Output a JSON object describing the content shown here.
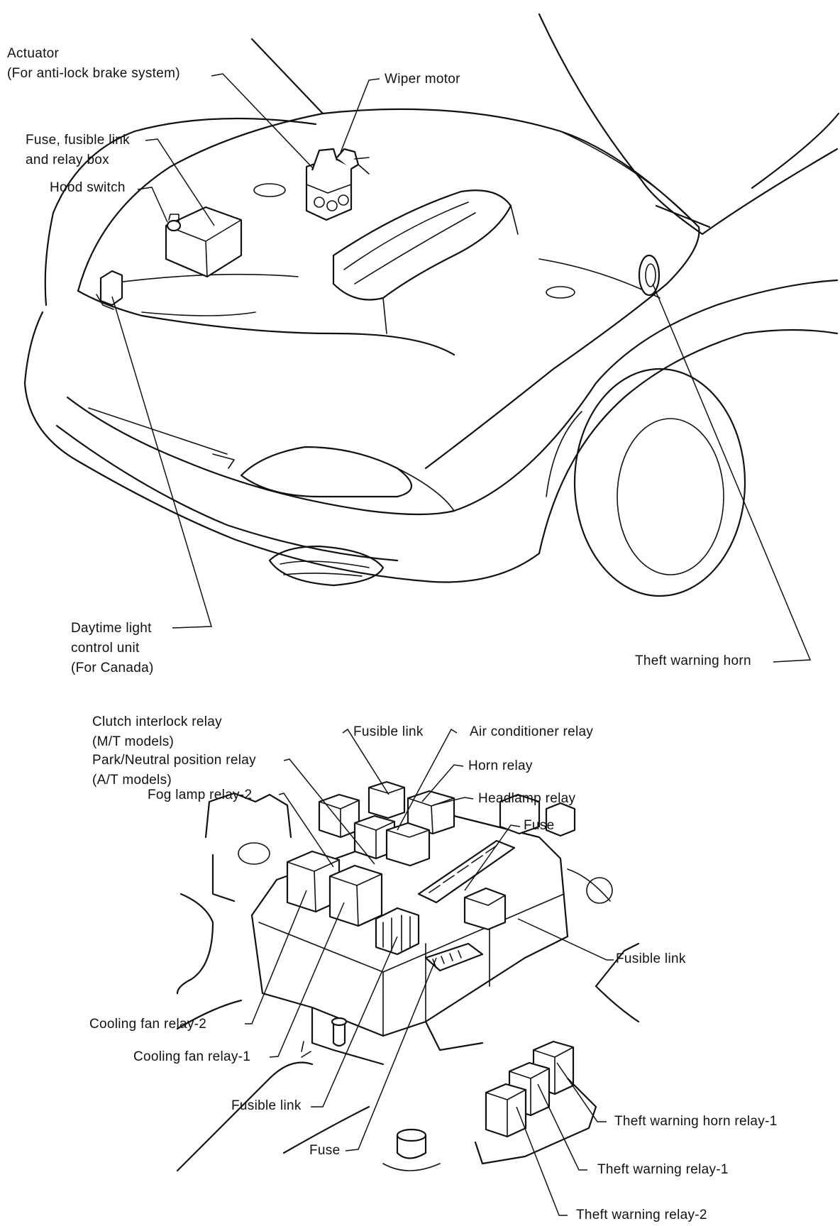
{
  "labels": {
    "actuator": [
      "Actuator",
      "(For anti-lock brake system)"
    ],
    "wiper_motor": "Wiper motor",
    "fuse_box": [
      "Fuse, fusible link",
      "and relay box"
    ],
    "hood_switch": "Hood switch",
    "daytime_light": [
      "Daytime light",
      "control unit",
      "(For Canada)"
    ],
    "theft_horn": "Theft warning horn",
    "clutch_relay": [
      "Clutch interlock relay",
      "(M/T models)"
    ],
    "park_relay": [
      "Park/Neutral position relay",
      "(A/T models)"
    ],
    "fog_relay2": "Fog lamp relay-2",
    "fusible_link_top": "Fusible link",
    "ac_relay": "Air conditioner relay",
    "horn_relay": "Horn relay",
    "headlamp_relay": "Headlamp relay",
    "fuse_top": "Fuse",
    "fusible_link_right": "Fusible link",
    "cooling_fan2": "Cooling fan relay-2",
    "cooling_fan1": "Cooling fan relay-1",
    "fusible_link_bottom": "Fusible link",
    "fuse_bottom": "Fuse",
    "theft_horn_relay1": "Theft warning horn relay-1",
    "theft_relay1": "Theft warning relay-1",
    "theft_relay2": "Theft warning relay-2"
  }
}
